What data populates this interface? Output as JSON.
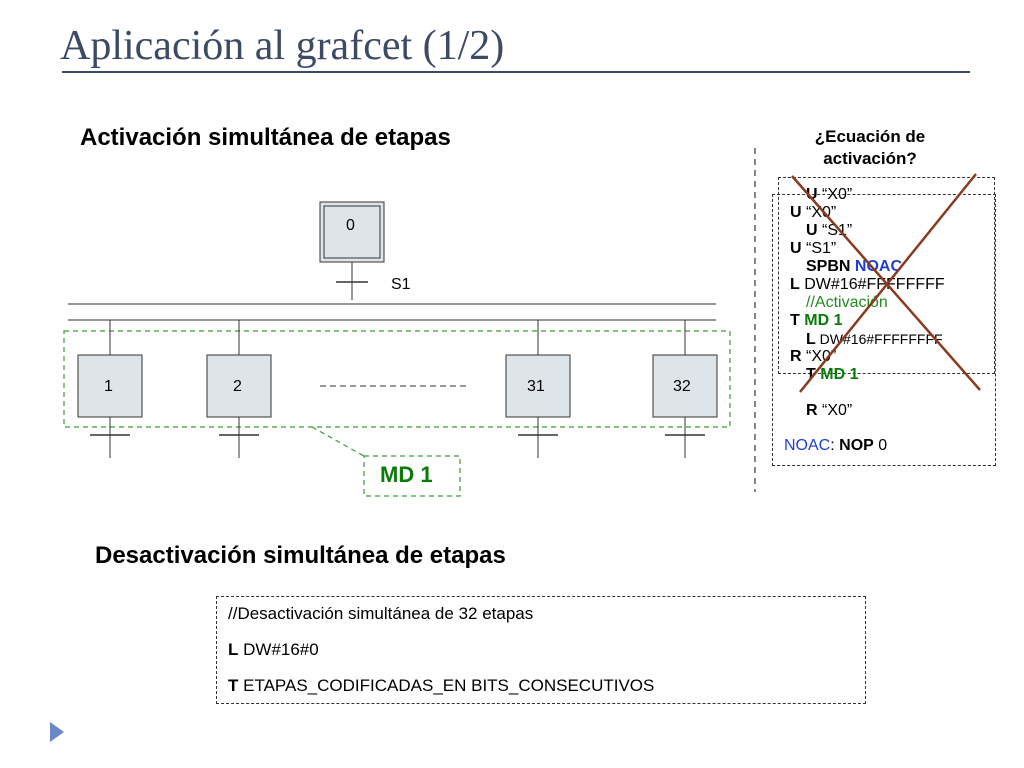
{
  "slide": {
    "title": "Aplicación al grafcet (1/2)"
  },
  "activation": {
    "heading": "Activación simultánea de etapas",
    "steps": {
      "initial": "0",
      "s1": "1",
      "s2": "2",
      "s31": "31",
      "s32": "32"
    },
    "transition_label": "S1",
    "marker_label": "MD 1"
  },
  "equation": {
    "question": "¿Ecuación de activación?",
    "back_lines": [
      "U “X0”",
      "U “S1”",
      "SPBN",
      "NOAC",
      "L DW#16#FFFFFFFF",
      "T MD 1",
      "R “X0”"
    ],
    "front": {
      "l1_kw": "U",
      "l1_val": "“X0”",
      "l2_kw": "U",
      "l2_val": "“S1”",
      "l3_kw": "SPBN",
      "l3_val": "NOAC",
      "l4_kw": "L",
      "l4_val": "DW#16#FFFFFFFF",
      "l5_comment": "//Activación",
      "l6_kw": "T",
      "l6_val": "MD 1",
      "l7_kw": "R",
      "l7_val": "“X0”",
      "l8_label": "NOAC",
      "l8_sep": ":",
      "l8_kw": "NOP",
      "l8_val": "0"
    },
    "colors": {
      "cross": "#8b3a1e",
      "blue": "#1f3fd6",
      "green": "#228b22"
    }
  },
  "deactivation": {
    "heading": "Desactivación simultánea de etapas",
    "comment": "//Desactivación simultánea de 32 etapas",
    "line2_kw": "L",
    "line2_val": "DW#16#0",
    "line3_kw": "T",
    "line3_val": "ETAPAS_CODIFICADAS_EN BITS_CONSECUTIVOS"
  }
}
